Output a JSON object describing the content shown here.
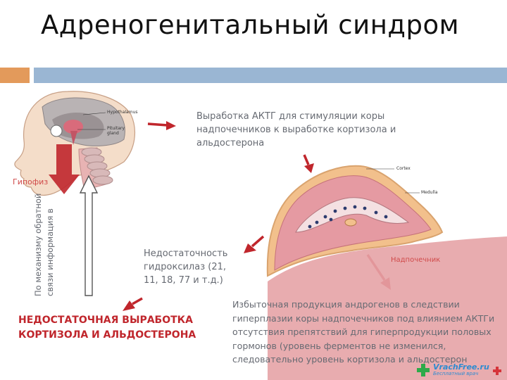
{
  "title": "Адреногенитальный синдром",
  "accent_colors": {
    "orange_bar": "#e39a5b",
    "blue_bar": "#9ab6d3",
    "arrow_red": "#c0262c"
  },
  "diagram": {
    "head_labels": {
      "hypothalamus": "Hypothalamus",
      "pituitary": "Pituitary gland"
    },
    "gland_labels": {
      "cortex": "Cortex",
      "medulla": "Medulla"
    },
    "pituitary_label": "Гипофиз",
    "feedback_label": "По механизму обратной связи информация в",
    "actg_text": "Выработка АКТГ для стимуляции коры надпочечников к выработке кортизола и альдостерона",
    "hydroxylase_text": "Недостаточность гидроксилаз (21, 11, 18, 77 и т.д.)",
    "adrenal_label": "Надпочечник",
    "androgen_text": "Избыточная продукция андрогенов в следствии гиперплазии коры надпочечников под влиянием АКТГи отсутствия препятствий для гиперпродукции половых гормонов (уровень ферментов не изменился, следовательно уровень кортизола и альдостерон",
    "deficit_text": "НЕДОСТАТОЧНАЯ ВЫРАБОТКА КОРТИЗОЛА И АЛЬДОСТЕРОНА"
  },
  "watermark": {
    "name": "VrachFree.ru",
    "sub": "Бесплатный врач",
    "icon": "medical-cross-icon"
  }
}
